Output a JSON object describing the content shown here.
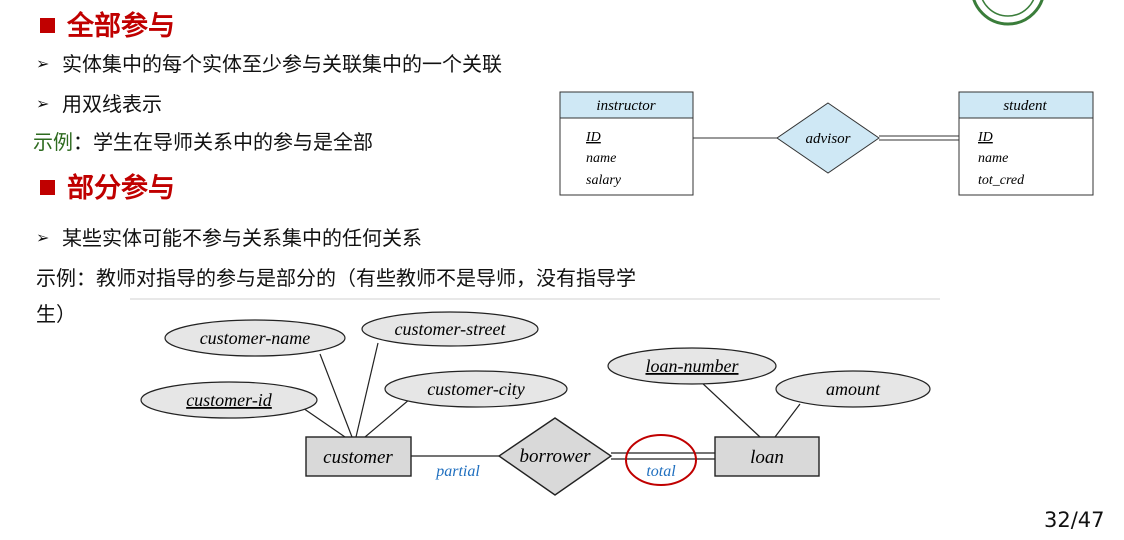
{
  "sections": {
    "total": {
      "heading": "全部参与",
      "bullets": [
        "实体集中的每个实体至少参与关联集中的一个关联",
        "用双线表示"
      ],
      "example_label": "示例",
      "example_text": "：学生在导师关系中的参与是全部"
    },
    "partial": {
      "heading": "部分参与",
      "bullets": [
        "某些实体可能不参与关系集中的任何关系"
      ],
      "example_line1": "示例：教师对指导的参与是部分的（有些教师不是导师，没有指导学",
      "example_line2": "生）"
    }
  },
  "diagram1": {
    "instructor": {
      "name": "instructor",
      "attributes": [
        "ID",
        "name",
        "salary"
      ]
    },
    "relationship": "advisor",
    "student": {
      "name": "student",
      "attributes": [
        "ID",
        "name",
        "tot_cred"
      ]
    }
  },
  "diagram2": {
    "customer_attrs": {
      "name": "customer-name",
      "street": "customer-street",
      "id": "customer-id",
      "city": "customer-city"
    },
    "customer": "customer",
    "partial_label": "partial",
    "relationship": "borrower",
    "total_label": "total",
    "loan": "loan",
    "loan_attrs": {
      "number": "loan-number",
      "amount": "amount"
    }
  },
  "colors": {
    "heading": "#c00000",
    "entity_header": "#cfe8f5",
    "entity_fill": "#d9d9d9",
    "ellipse_fill": "#e6e6e6",
    "label_blue": "#1f6fbf",
    "highlight": "#c00000"
  },
  "page": {
    "number": "32/47"
  }
}
